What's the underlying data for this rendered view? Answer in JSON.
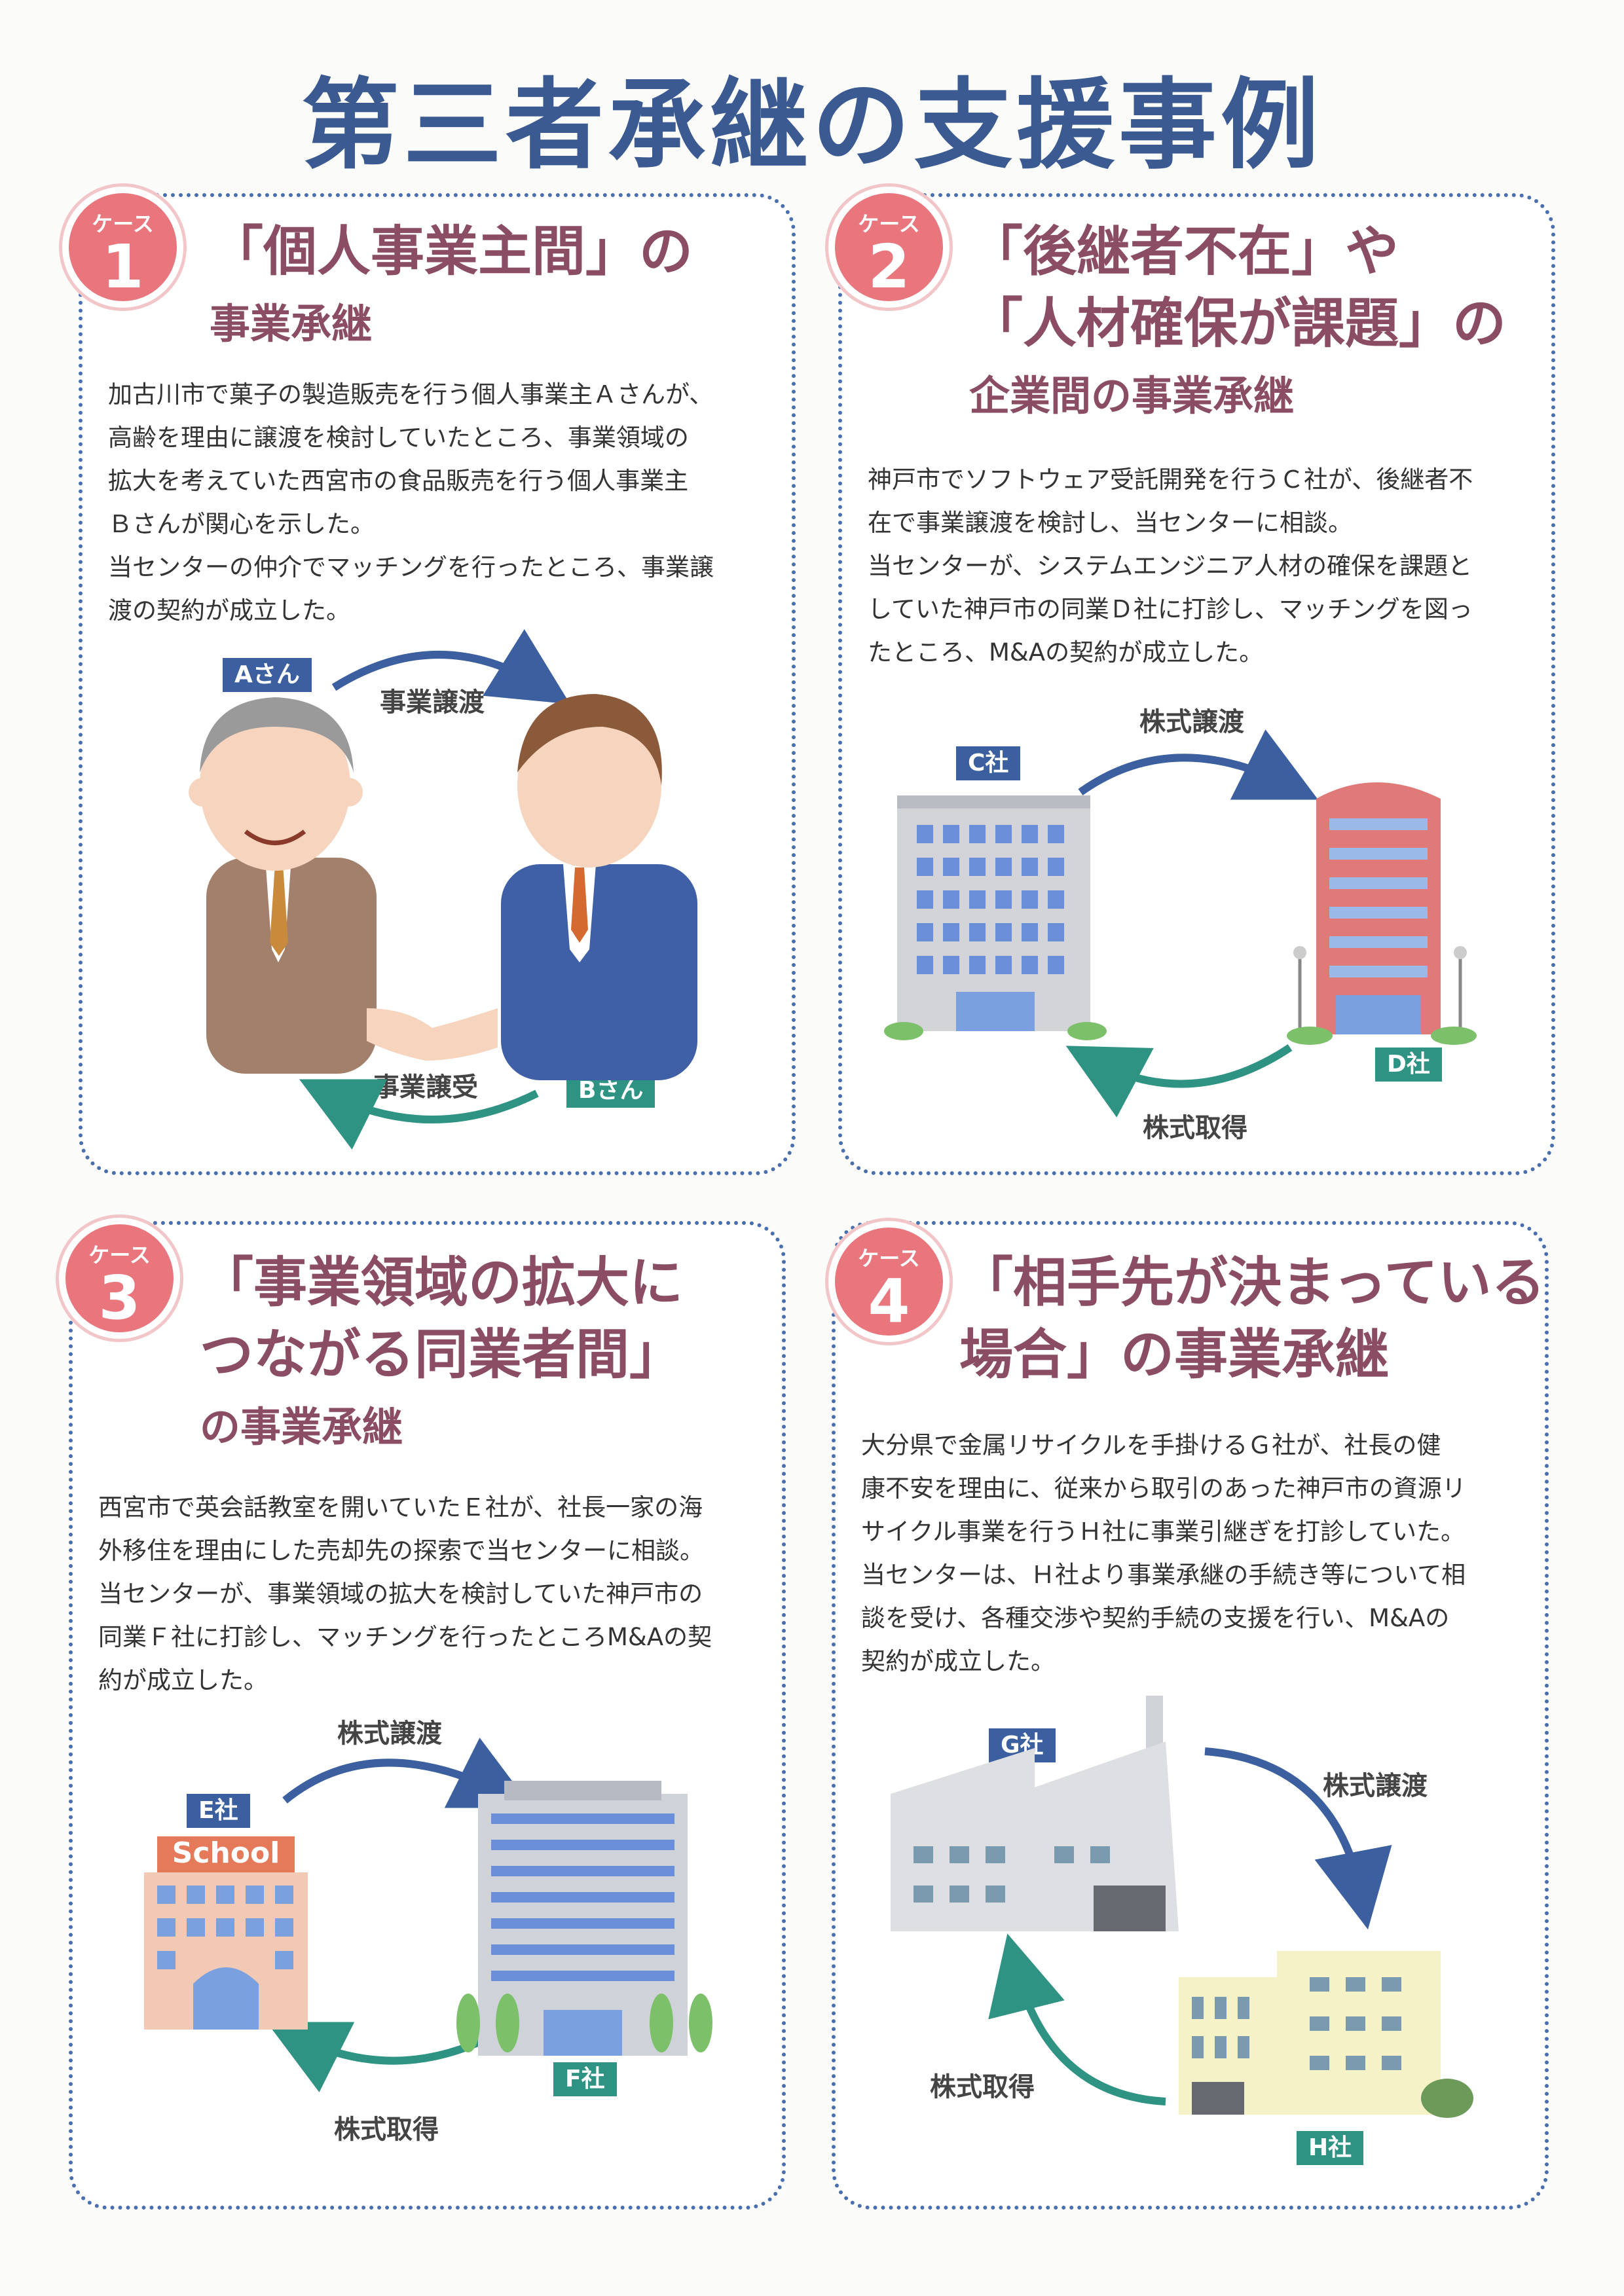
{
  "title": "第三者承継の支援事例",
  "badge_label": "ケース",
  "colors": {
    "title": "#3a5a91",
    "heading": "#8a4d63",
    "badge": "#e9767d",
    "blue_arrow": "#3b5f9f",
    "green_arrow": "#2f9384"
  },
  "cases": [
    {
      "number": "1",
      "heading_lines": [
        "「個人事業主間」の",
        "事業承継"
      ],
      "body_lines": [
        "加古川市で菓子の製造販売を行う個人事業主Ａさんが、",
        "高齢を理由に譲渡を検討していたところ、事業領域の",
        "拡大を考えていた西宮市の食品販売を行う個人事業主",
        "Ｂさんが関心を示した。",
        "当センターの仲介でマッチングを行ったところ、事業譲",
        "渡の契約が成立した。"
      ],
      "party_a": "Aさん",
      "party_b": "Bさん",
      "arrow_top": "事業譲渡",
      "arrow_bottom": "事業譲受",
      "illustration": "handshake-illustration"
    },
    {
      "number": "2",
      "heading_lines": [
        "「後継者不在」や",
        "「人材確保が課題」の",
        "企業間の事業承継"
      ],
      "body_lines": [
        "神戸市でソフトウェア受託開発を行うＣ社が、後継者不",
        "在で事業譲渡を検討し、当センターに相談。",
        "当センターが、システムエンジニア人材の確保を課題と",
        "していた神戸市の同業Ｄ社に打診し、マッチングを図っ",
        "たところ、M&Aの契約が成立した。"
      ],
      "party_a": "C社",
      "party_b": "D社",
      "arrow_top": "株式譲渡",
      "arrow_bottom": "株式取得",
      "illustration": "office-buildings-illustration"
    },
    {
      "number": "3",
      "heading_lines": [
        "「事業領域の拡大に",
        "つながる同業者間」",
        "の事業承継"
      ],
      "body_lines": [
        "西宮市で英会話教室を開いていたＥ社が、社長一家の海",
        "外移住を理由にした売却先の探索で当センターに相談。",
        "当センターが、事業領域の拡大を検討していた神戸市の",
        "同業Ｆ社に打診し、マッチングを行ったところM&Aの契",
        "約が成立した。"
      ],
      "party_a": "E社",
      "party_b": "F社",
      "school_sign": "School",
      "arrow_top": "株式譲渡",
      "arrow_bottom": "株式取得",
      "illustration": "school-and-office-illustration"
    },
    {
      "number": "4",
      "heading_lines": [
        "「相手先が決まっている",
        "場合」の事業承継"
      ],
      "body_lines": [
        "大分県で金属リサイクルを手掛けるＧ社が、社長の健",
        "康不安を理由に、従来から取引のあった神戸市の資源リ",
        "サイクル事業を行うＨ社に事業引継ぎを打診していた。",
        "当センターは、Ｈ社より事業承継の手続き等について相",
        "談を受け、各種交渉や契約手続の支援を行い、M&Aの",
        "契約が成立した。"
      ],
      "party_a": "G社",
      "party_b": "H社",
      "arrow_top": "株式譲渡",
      "arrow_bottom": "株式取得",
      "illustration": "factory-illustration"
    }
  ]
}
